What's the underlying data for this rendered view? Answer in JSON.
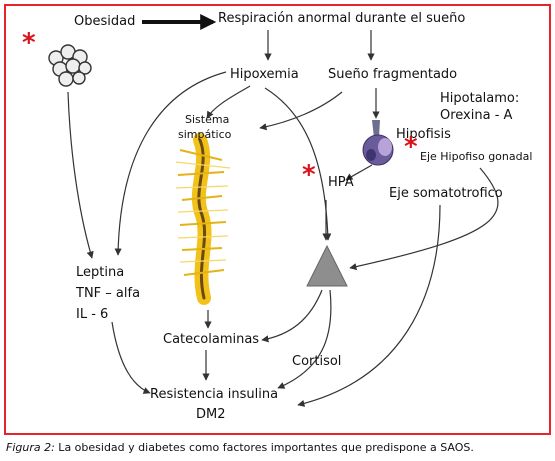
{
  "diagram": {
    "nodes": {
      "obesidad": "Obesidad",
      "respiracion": "Respiración anormal durante el sueño",
      "hipoxemia": "Hipoxemia",
      "sueno": "Sueño fragmentado",
      "hipotalamo": "Hipotalamo:",
      "orexina": "Orexina - A",
      "hipofisis": "Hipofisis",
      "eje_gonadal": "Eje Hipofiso gonadal",
      "sistema": "Sistema",
      "simpatico": "simpático",
      "hpa": "HPA",
      "eje_somato": "Eje somatotrofico",
      "leptina": "Leptina",
      "tnf": "TNF – alfa",
      "il6": "IL - 6",
      "catecolaminas": "Catecolaminas",
      "cortisol": "Cortisol",
      "resistencia": "Resistencia insulina",
      "dm2": "DM2"
    },
    "star_symbol": "*",
    "colors": {
      "frame": "#e8232a",
      "star": "#d9121b",
      "spine": "#f2c21a",
      "triangle": "#8e8e8e"
    }
  },
  "caption": {
    "figure_label": "Figura 2:",
    "text": " La obesidad y diabetes como factores importantes que predispone a SAOS."
  }
}
